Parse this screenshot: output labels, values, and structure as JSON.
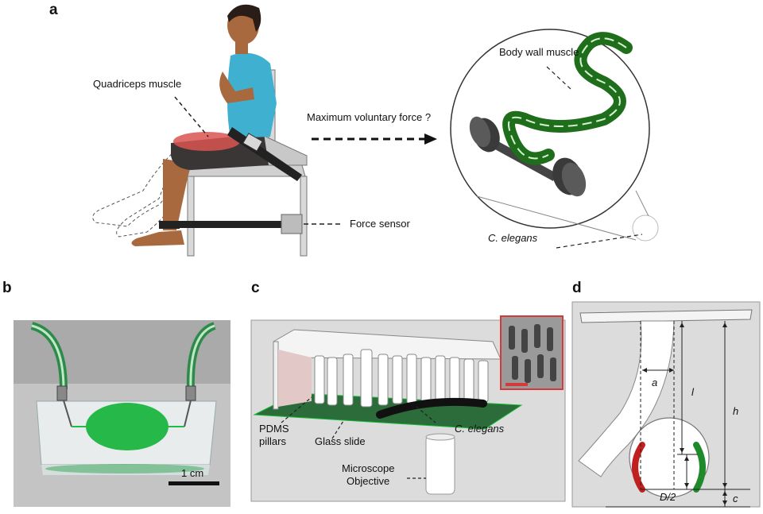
{
  "panels": {
    "a": {
      "letter": "a",
      "labels": {
        "quadriceps": "Quadriceps muscle",
        "max_force": "Maximum voluntary force ?",
        "force_sensor": "Force sensor",
        "body_wall": "Body wall muscle",
        "c_elegans": "C. elegans"
      }
    },
    "b": {
      "letter": "b",
      "scale": "1 cm"
    },
    "c": {
      "letter": "c",
      "labels": {
        "pdms_line1": "PDMS",
        "pdms_line2": "pillars",
        "glass": "Glass slide",
        "c_elegans": "C. elegans",
        "micro_line1": "Microscope",
        "micro_line2": "Objective"
      }
    },
    "d": {
      "letter": "d",
      "labels": {
        "a": "a",
        "l": "l",
        "h": "h",
        "d2": "D/2",
        "c": "c"
      }
    }
  },
  "colors": {
    "worm_green": "#1f6e1c",
    "chip_green": "#27b84a",
    "shirt": "#3fb0cf",
    "skin": "#a8693f",
    "muscle": "#d9534f",
    "frame_gray": "#c9c9c9",
    "inset_border": "#d43a3a"
  }
}
